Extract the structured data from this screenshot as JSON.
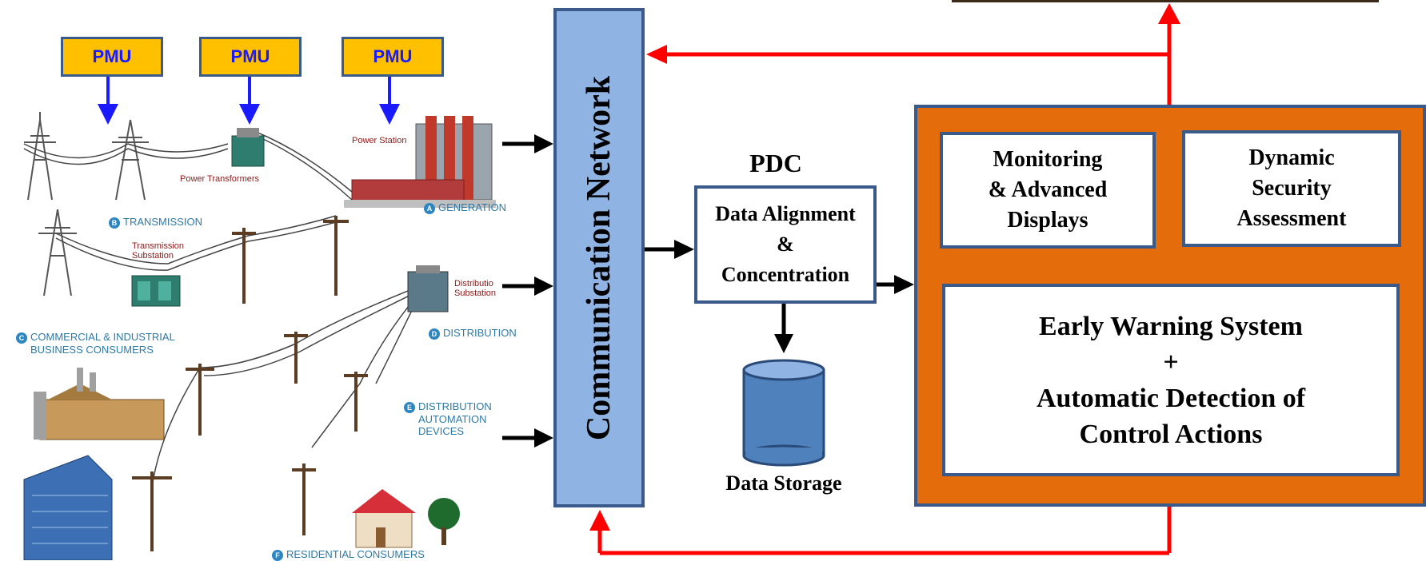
{
  "pmu": [
    "PMU",
    "PMU",
    "PMU"
  ],
  "grid_labels": {
    "power_station": "Power Station",
    "power_transformers": "Power Transformers",
    "generation": "GENERATION",
    "transmission": "TRANSMISSION",
    "transmission_substation_1": "Transmission",
    "transmission_substation_2": "Substation",
    "distribution_substation_1": "Distributio",
    "distribution_substation_2": "Substation",
    "distribution": "DISTRIBUTION",
    "commercial_1": "COMMERCIAL & INDUSTRIAL",
    "commercial_2": "BUSINESS CONSUMERS",
    "automation_1": "DISTRIBUTION",
    "automation_2": "AUTOMATION",
    "automation_3": "DEVICES",
    "residential": "RESIDENTIAL CONSUMERS",
    "badges": {
      "a": "A",
      "b": "B",
      "c": "C",
      "d": "D",
      "e": "E",
      "f": "F"
    }
  },
  "communication_network": "Communication Network",
  "pdc": {
    "title": "PDC",
    "line1": "Data Alignment",
    "line2": "&",
    "line3": "Concentration"
  },
  "data_storage": "Data Storage",
  "modules": {
    "monitoring_1": "Monitoring",
    "monitoring_2": "& Advanced",
    "monitoring_3": "Displays",
    "dsa_1": "Dynamic",
    "dsa_2": "Security",
    "dsa_3": "Assessment",
    "ews_1": "Early Warning System",
    "ews_2": "+",
    "ews_3": "Automatic Detection of",
    "ews_4": "Control Actions"
  },
  "colors": {
    "pmu_fill": "#ffc000",
    "pmu_text": "#1a1aff",
    "comm_fill": "#8fb4e3",
    "box_border": "#3a5a8c",
    "orange": "#e46c0a",
    "red_arrow": "#ff0000",
    "blue_arrow": "#1a1aff",
    "storage_fill": "#4f81bd"
  }
}
